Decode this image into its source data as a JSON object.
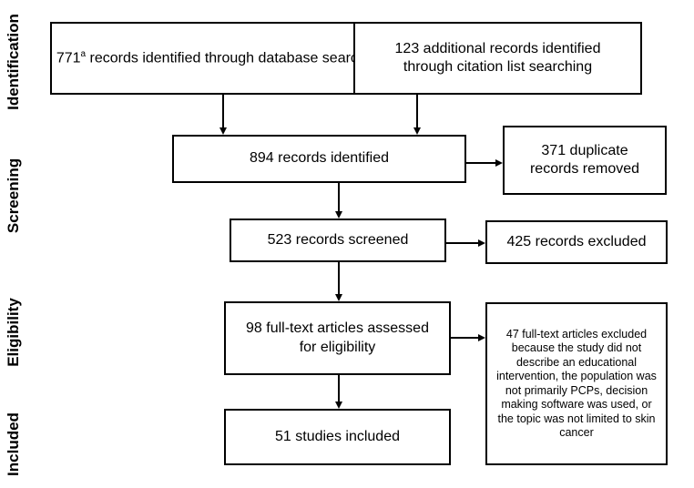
{
  "stages": [
    "Identification",
    "Screening",
    "Eligibility",
    "Included"
  ],
  "boxes": {
    "database": {
      "count": "771",
      "sup": "a",
      "rest": " records identified through database searching"
    },
    "citation": "123 additional records identified through citation list searching",
    "identified": "894 records identified",
    "duplicates": "371 duplicate records removed",
    "screened": "523 records screened",
    "excluded": "425 records excluded",
    "fulltext": "98 full-text articles assessed for eligibility",
    "fulltext_excluded": "47 full-text articles excluded because the study did not describe an educational intervention, the population was not primarily PCPs, decision making software was used, or the topic was not limited to skin cancer",
    "included": "51 studies included"
  }
}
